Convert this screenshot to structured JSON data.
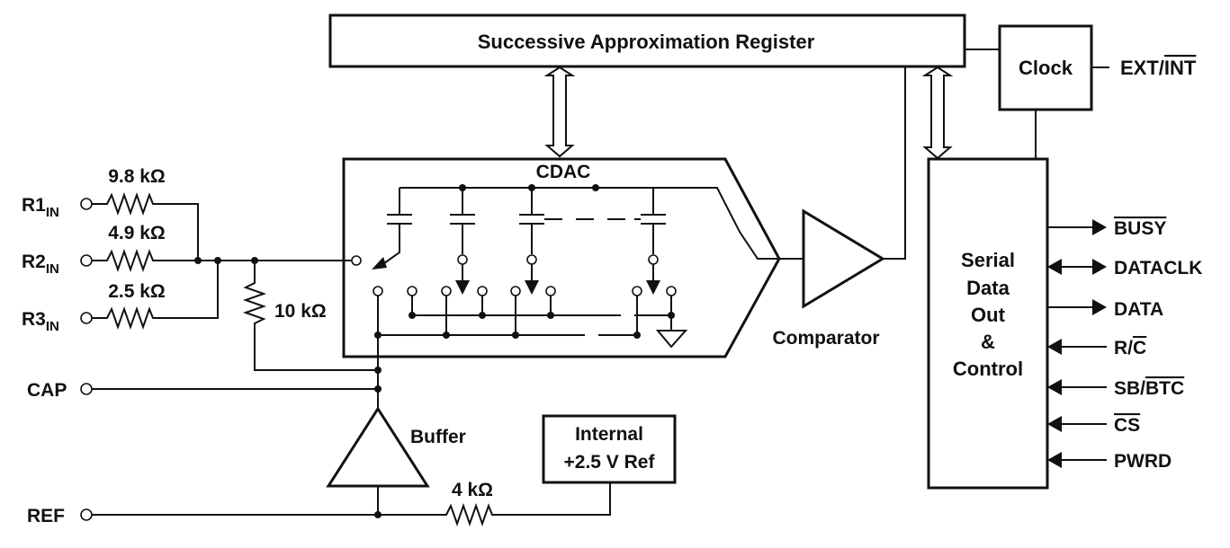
{
  "blocks": {
    "sar": "Successive Approximation Register",
    "clock": "Clock",
    "cdac": "CDAC",
    "comparator": "Comparator",
    "buffer": "Buffer",
    "ref_line1": "Internal",
    "ref_line2": "+2.5 V Ref",
    "serial": [
      "Serial",
      "Data",
      "Out",
      "&",
      "Control"
    ]
  },
  "pins": {
    "r1": {
      "name": "R1",
      "sub": "IN"
    },
    "r2": {
      "name": "R2",
      "sub": "IN"
    },
    "r3": {
      "name": "R3",
      "sub": "IN"
    },
    "cap": "CAP",
    "ref": "REF",
    "ext_int": {
      "prefix": "EXT/",
      "over": "INT"
    },
    "busy": {
      "over": "BUSY"
    },
    "dataclk": "DATACLK",
    "data": "DATA",
    "rc": {
      "prefix": "R/",
      "over": "C"
    },
    "sbbtc": {
      "prefix": "SB/",
      "over": "BTC"
    },
    "cs": {
      "over": "CS"
    },
    "pwrd": "PWRD"
  },
  "resistors": {
    "r1": "9.8 kΩ",
    "r2": "4.9 kΩ",
    "r3": "2.5 kΩ",
    "shunt": "10 kΩ",
    "ref": "4 kΩ"
  }
}
